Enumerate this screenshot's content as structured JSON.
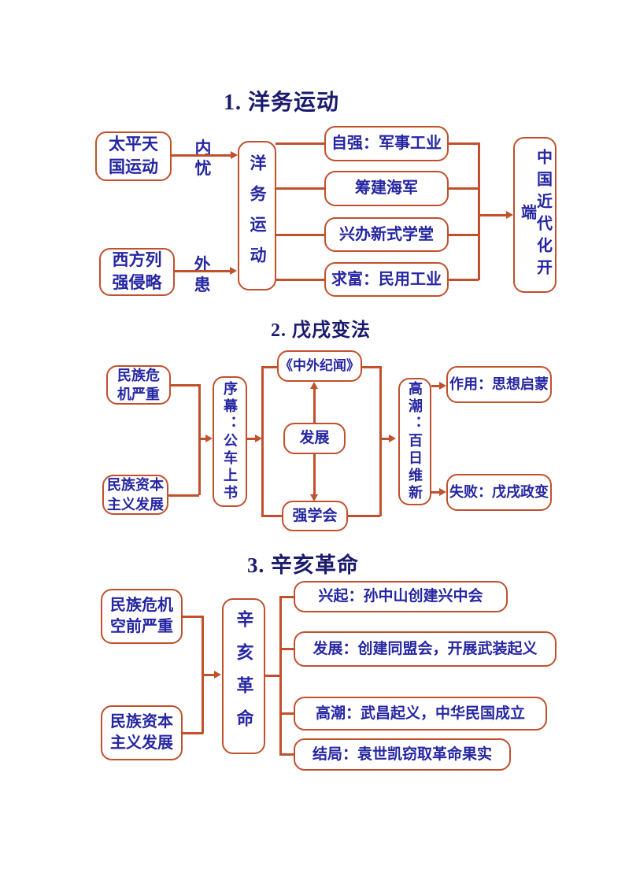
{
  "colors": {
    "accent": "#c1502d",
    "box_text": "#2626a2",
    "title_text": "#1a1a6e"
  },
  "sections": {
    "s1": {
      "title": "1. 洋务运动",
      "taiping": "太平天\n国运动",
      "neiyou": "内\n忧",
      "xifang": "西方列\n强侵略",
      "waihuan": "外\n患",
      "yangwu": "洋务运动",
      "branches": [
        "自强：军事工业",
        "筹建海军",
        "兴办新式学堂",
        "求富：民用工业"
      ],
      "result": "中国近代化开端"
    },
    "s2": {
      "title": "2. 戊戌变法",
      "crisis": "民族危\n机严重",
      "capital": "民族资本\n主义发展",
      "prelude": "序幕：公车上书",
      "press": "《中外纪闻》",
      "develop": "发展",
      "society": "强学会",
      "climax": "高潮：百日维新",
      "effect": "作用：思想启蒙",
      "failure": "失败：戊戌政变"
    },
    "s3": {
      "title": "3. 辛亥革命",
      "crisis": "民族危机\n空前严重",
      "capital": "民族资本\n主义发展",
      "revolution": "辛亥革命",
      "branches": [
        "兴起：孙中山创建兴中会",
        "发展：创建同盟会，开展武装起义",
        "高潮：武昌起义，中华民国成立",
        "结局：袁世凯窃取革命果实"
      ]
    }
  }
}
